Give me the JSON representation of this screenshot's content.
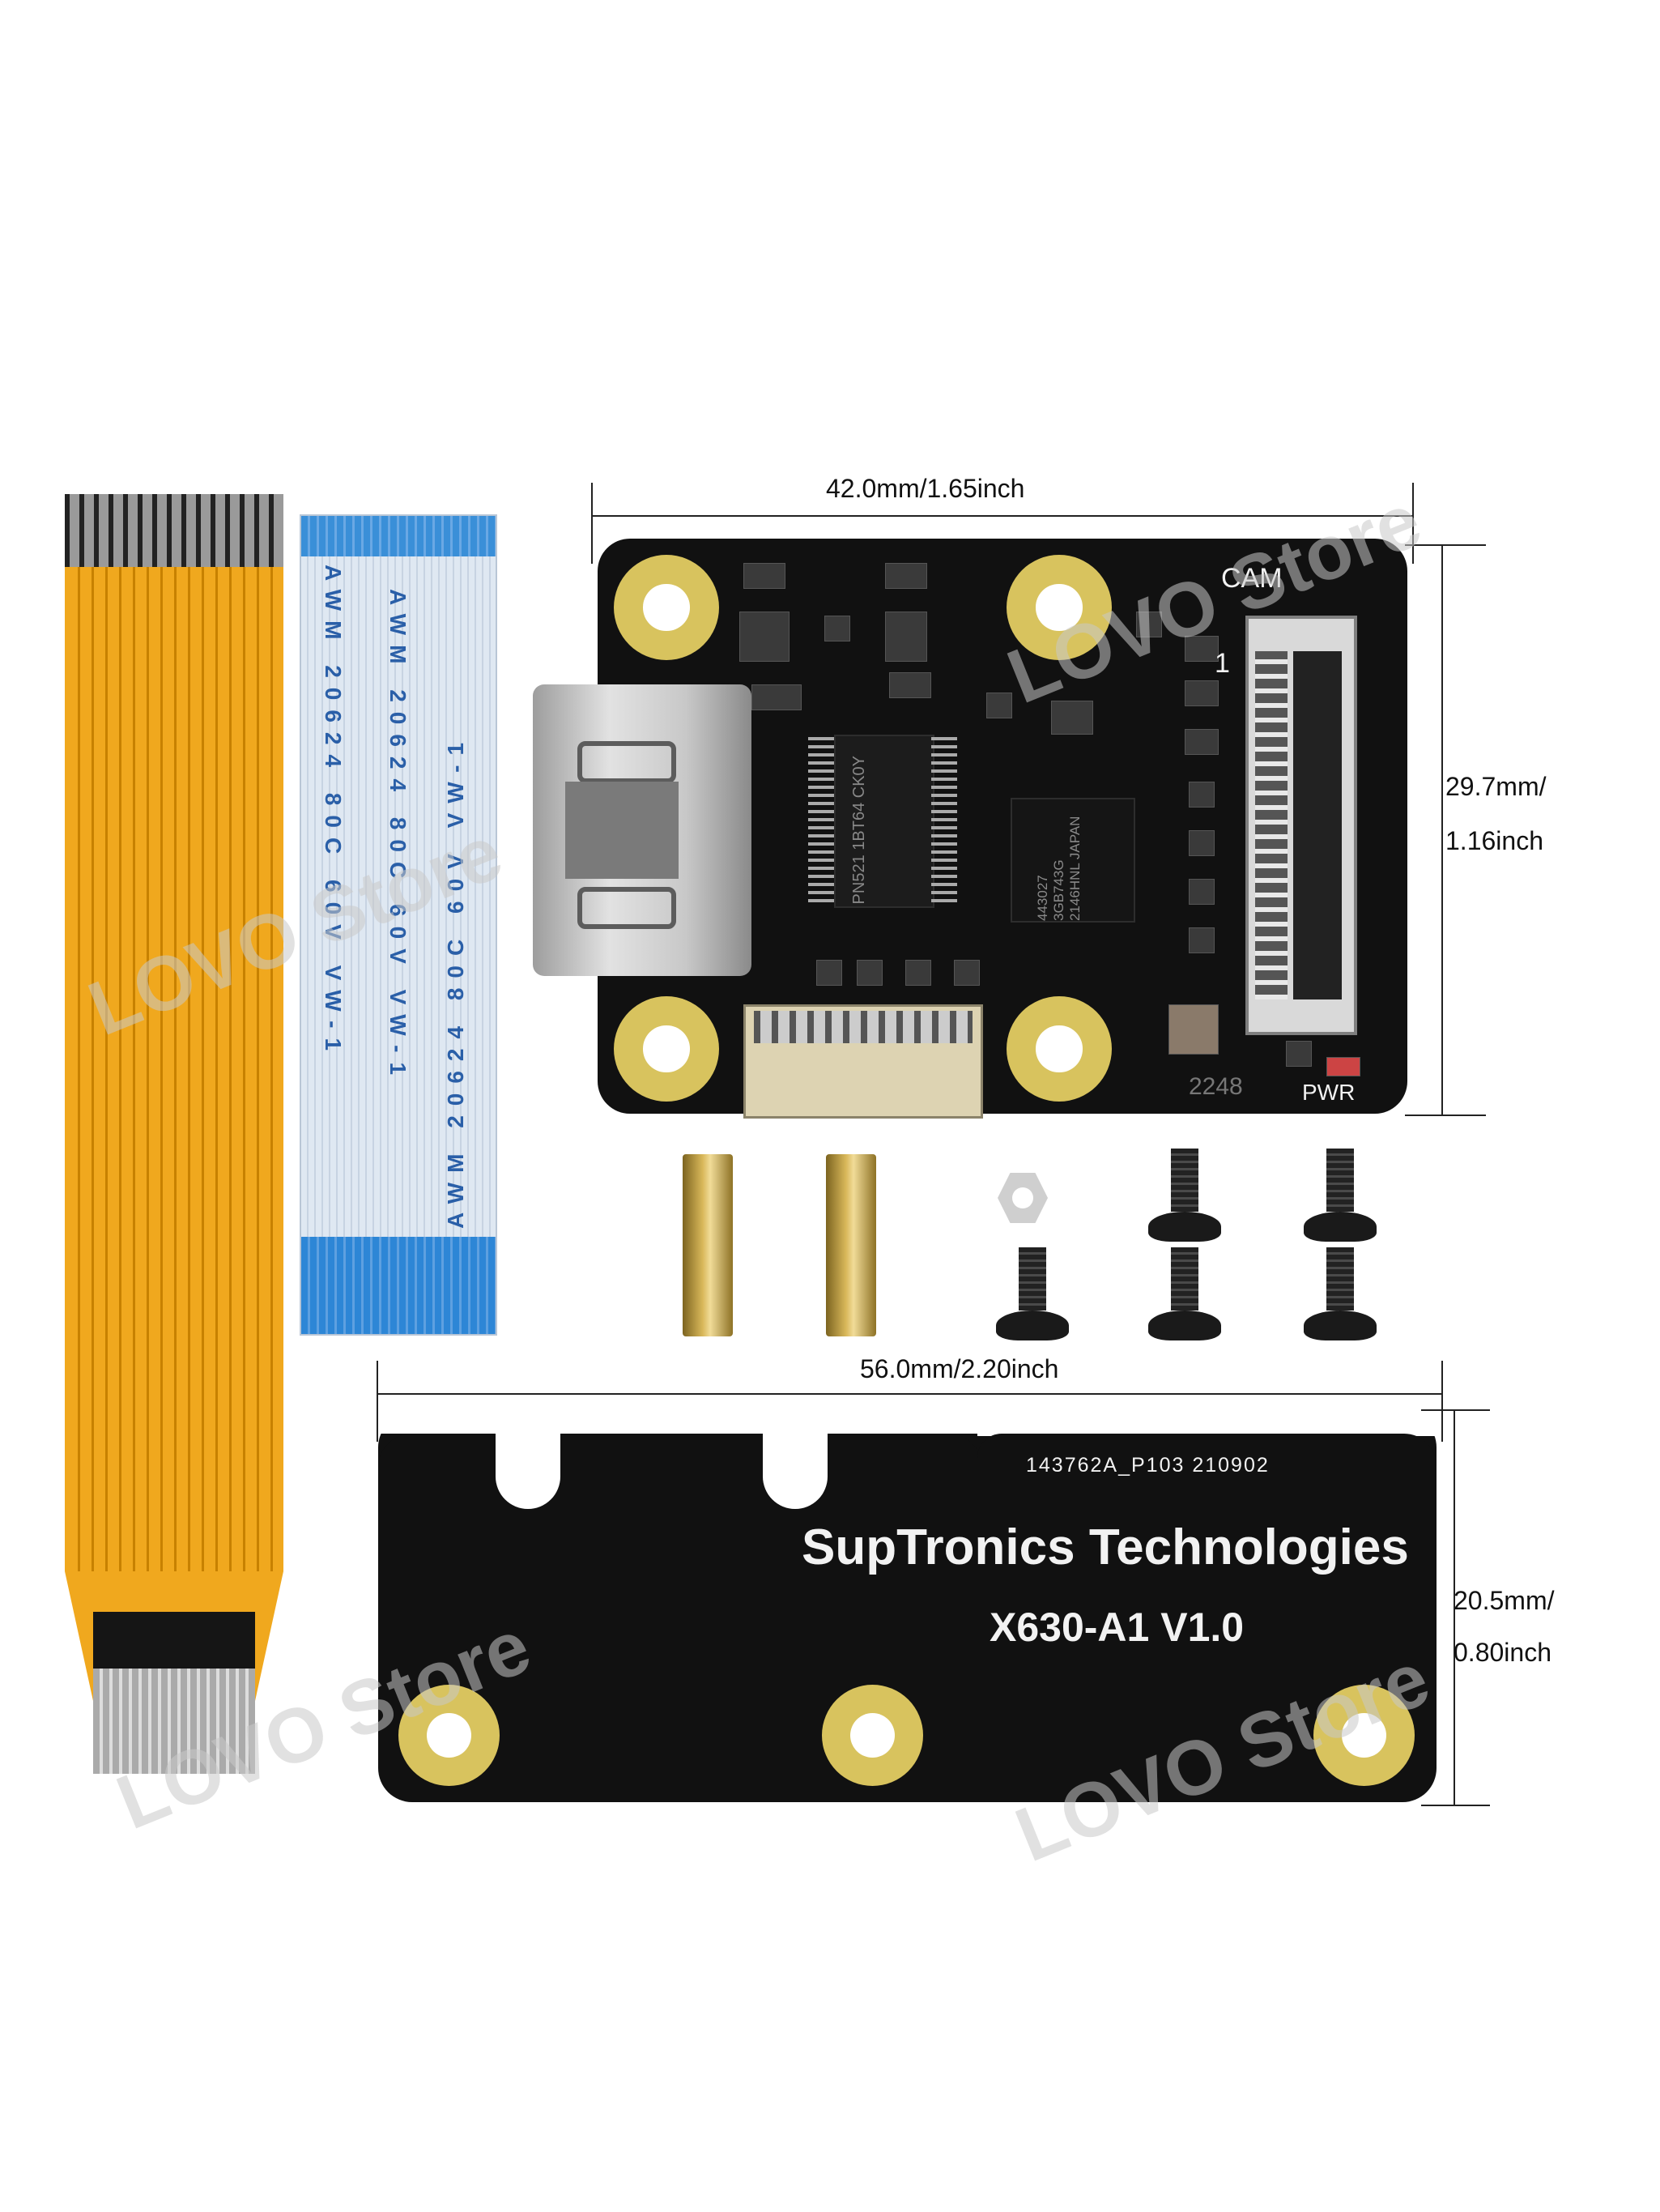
{
  "dimensions": {
    "top_width": "42.0mm/1.65inch",
    "top_height_mm": "29.7mm/",
    "top_height_inch": "1.16inch",
    "bottom_width": "56.0mm/2.20inch",
    "bottom_height_mm": "20.5mm/",
    "bottom_height_inch": "0.80inch"
  },
  "ribbon_cable": {
    "print_rows": [
      "AWM 20624 80C 60V VW-1",
      "AWM 20624 80C 60V VW-1",
      "AWM 20624 80C 60V VW-1"
    ]
  },
  "top_board": {
    "cam_label": "CAM",
    "pin1_label": "1",
    "pwr_label": "PWR",
    "date_code": "2248",
    "chip1_text": "PN521 1BT64 CK0Y",
    "chip2_text": "443027 3GB743G 2146HNL JAPAN"
  },
  "bottom_board": {
    "part_code": "143762A_P103 210902",
    "brand": "SupTronics Technologies",
    "model": "X630-A1 V1.0"
  },
  "watermarks": [
    "LOVO Store",
    "LOVO Store",
    "LOVO Store",
    "LOVO Store"
  ],
  "colors": {
    "pcb": "#111111",
    "pad_gold": "#d8c35e",
    "flex_orange": "#f0a81e",
    "ribbon_blue": "#3a8fd8"
  }
}
